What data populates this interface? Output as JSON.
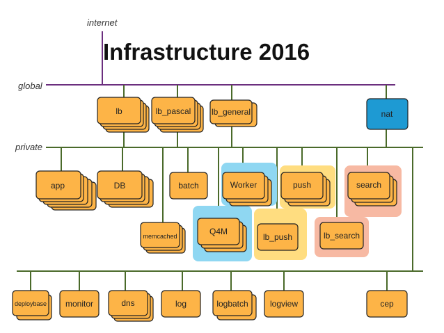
{
  "title": "Infrastructure 2016",
  "networks": {
    "internet": "internet",
    "global": "global",
    "private": "private"
  },
  "colors": {
    "node_fill": "#FDB447",
    "nat_fill": "#1E9AD3",
    "global_line": "#6B2E7E",
    "private_line": "#4A6A2A",
    "worker_group": "#8FD7F2",
    "push_group": "#FFDD80",
    "search_group": "#F7B9A3"
  },
  "nodes": {
    "lb": "lb",
    "lb_pascal": "lb_pascal",
    "lb_general": "lb_general",
    "nat": "nat",
    "app": "app",
    "db": "DB",
    "batch": "batch",
    "worker": "Worker",
    "push": "push",
    "search": "search",
    "memcached": "memcached",
    "q4m": "Q4M",
    "lb_push": "lb_push",
    "lb_search": "lb_search",
    "deploybase": "deploybase",
    "monitor": "monitor",
    "dns": "dns",
    "log": "log",
    "logbatch": "logbatch",
    "logview": "logview",
    "cep": "cep"
  }
}
